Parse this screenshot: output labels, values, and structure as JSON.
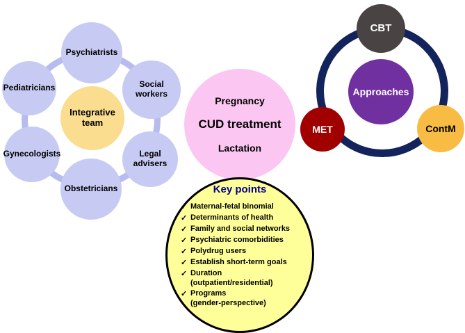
{
  "team_diagram": {
    "center_label": "Integrative team",
    "members": [
      {
        "label": "Psychiatrists"
      },
      {
        "label": "Pediatricians"
      },
      {
        "label": "Social workers"
      },
      {
        "label": "Gynecologists"
      },
      {
        "label": "Legal advisers"
      },
      {
        "label": "Obstetricians"
      }
    ]
  },
  "treatment_circle": {
    "top": "Pregnancy",
    "main": "CUD treatment",
    "bottom": "Lactation"
  },
  "approaches_diagram": {
    "center_label": "Approaches",
    "nodes": [
      {
        "label": "CBT"
      },
      {
        "label": "MET"
      },
      {
        "label": "ContM"
      }
    ]
  },
  "key_points": {
    "title": "Key points",
    "check_glyph": "✓",
    "items": [
      {
        "label": "Maternal-fetal binomial",
        "sub": ""
      },
      {
        "label": "Determinants of health",
        "sub": ""
      },
      {
        "label": "Family and social networks",
        "sub": ""
      },
      {
        "label": "Psychiatric comorbidities",
        "sub": ""
      },
      {
        "label": "Polydrug users",
        "sub": ""
      },
      {
        "label": "Establish short-term goals",
        "sub": ""
      },
      {
        "label": "Duration",
        "sub": "(outpatient/residential)"
      },
      {
        "label": "Programs",
        "sub": "(gender-perspective)"
      }
    ]
  },
  "colors": {
    "member_fill": "#c7caf3",
    "team_ring": "#b7bbee",
    "team_center_fill": "#fadd8e",
    "treatment_fill": "#fbc6f1",
    "approaches_ring": "#13235b",
    "cbt_fill": "#494443",
    "approaches_fill": "#7030a0",
    "met_fill": "#a00000",
    "contm_fill": "#f8bc45",
    "key_points_fill": "#ffff99",
    "key_points_title": "#00008b"
  }
}
